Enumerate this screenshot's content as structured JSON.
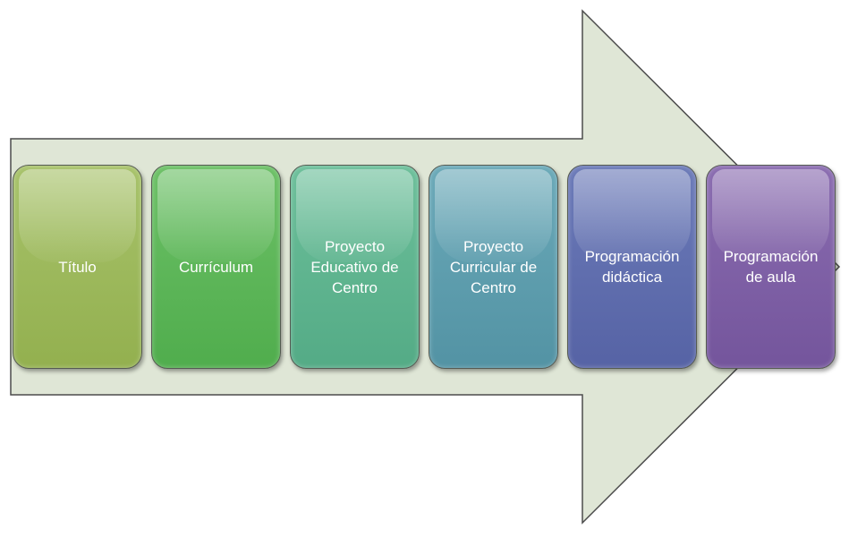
{
  "diagram": {
    "arrow_fill": "#dfe6d6",
    "arrow_stroke": "#4b4b4b",
    "steps": [
      {
        "label": "Título",
        "color_top": "#a7c26a",
        "color_bottom": "#93b04f"
      },
      {
        "label": "Currículum",
        "color_top": "#6cc066",
        "color_bottom": "#50ad4d"
      },
      {
        "label": "Proyecto\nEducativo de\nCentro",
        "color_top": "#6cbf9a",
        "color_bottom": "#54ab86"
      },
      {
        "label": "Proyecto\nCurricular de\nCentro",
        "color_top": "#6aa9b8",
        "color_bottom": "#5393a4"
      },
      {
        "label": "Programación\ndidáctica",
        "color_top": "#6b7ab8",
        "color_bottom": "#5663a5"
      },
      {
        "label": "Programación\nde aula",
        "color_top": "#8a6cb0",
        "color_bottom": "#74559c"
      }
    ]
  }
}
